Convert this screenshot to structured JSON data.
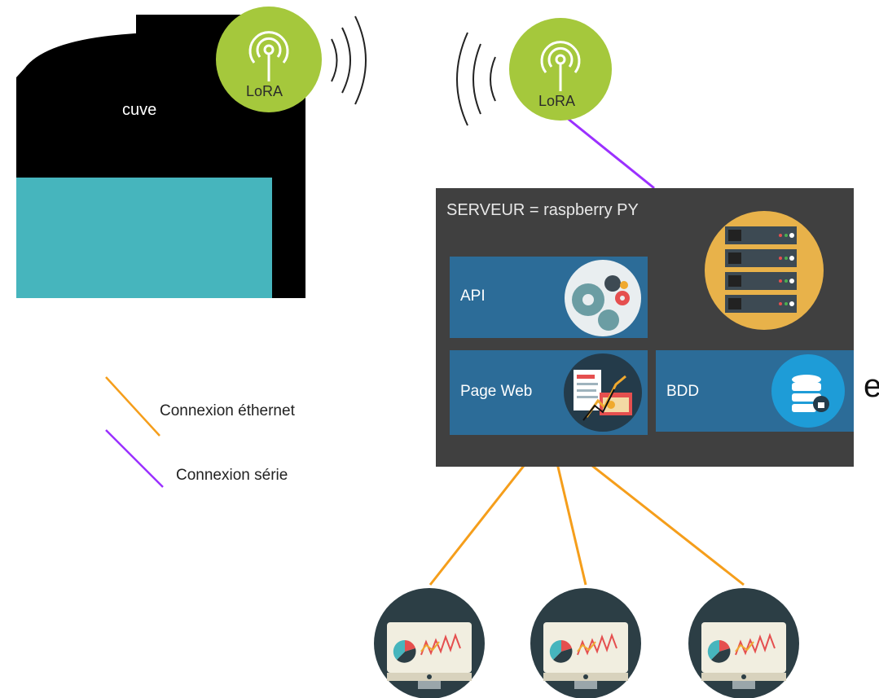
{
  "tank": {
    "label": "cuve",
    "fill_level_fraction": 0.38,
    "colors": {
      "body": "#000000",
      "liquid": "#46b5bd"
    }
  },
  "antennas": [
    {
      "id": "tank-antenna",
      "label": "LoRA",
      "color": "#a5c83c"
    },
    {
      "id": "server-antenna",
      "label": "LoRA",
      "color": "#a5c83c"
    }
  ],
  "server": {
    "title": "SERVEUR = raspberry PY",
    "modules": [
      {
        "id": "api",
        "label": "API",
        "icon": "gears-icon"
      },
      {
        "id": "web",
        "label": "Page Web",
        "icon": "web-page-icon"
      },
      {
        "id": "bdd",
        "label": "BDD",
        "icon": "database-icon"
      }
    ],
    "rack_icon": "server-rack-icon"
  },
  "legend": [
    {
      "label": "Connexion éthernet",
      "color": "#f59e1b"
    },
    {
      "label": "Connexion série",
      "color": "#9b30ff"
    }
  ],
  "clients": [
    {
      "icon": "monitor-dashboard-icon"
    },
    {
      "icon": "monitor-dashboard-icon"
    },
    {
      "icon": "monitor-dashboard-icon"
    }
  ],
  "edge_text": "e"
}
